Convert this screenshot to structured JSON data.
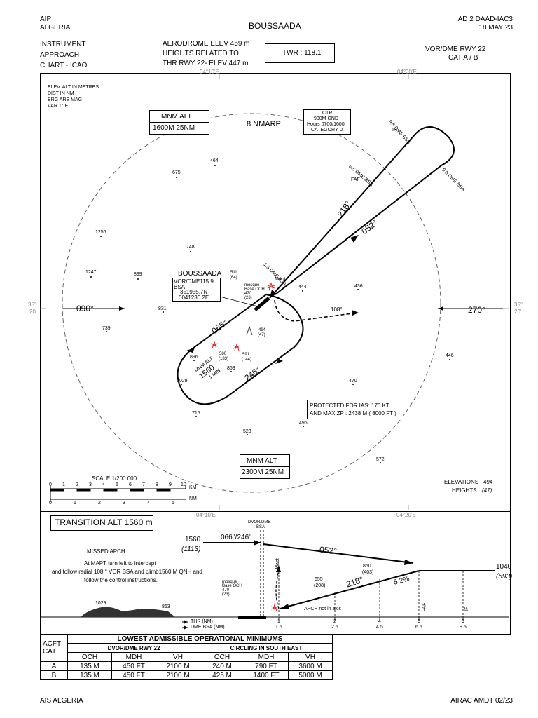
{
  "header": {
    "aip": "AIP",
    "country": "ALGERIA",
    "aerodrome": "BOUSSAADA",
    "doc_ref": "AD 2  DAAD-IAC3",
    "date": "18 MAY 23",
    "chart_type_1": "INSTRUMENT",
    "chart_type_2": "APPROACH",
    "chart_type_3": "CHART - ICAO",
    "elev_1": "AERODROME ELEV 459 m",
    "elev_2": "HEIGHTS  RELATED TO",
    "elev_3": "THR RWY 22- ELEV 447 m",
    "twr": "TWR : 118.1",
    "procedure_1": "VOR/DME RWY 22",
    "procedure_2": "CAT A / B"
  },
  "plan": {
    "lon_top_left": "04°10'E",
    "lon_top_right": "04°20'E",
    "lon_bottom_left": "04°10'E",
    "lon_bottom_right": "04°20'E",
    "lat_left": "35°",
    "lat_left_2": "20'",
    "lat_right": "35°",
    "lat_right_2": "20'",
    "notes": [
      "ELEV. ALT IN METRES",
      "DIST IN NM",
      "BRG ARE MAG",
      "VAR 1° E"
    ],
    "mnm_alt_nw_title": "MNM ALT",
    "mnm_alt_nw_value": "1600M    25NM",
    "mnm_alt_s_title": "MNM ALT",
    "mnm_alt_s_value": "2300M    25NM",
    "arp_circle": "8 NMARP",
    "ctr": [
      "CTR",
      "900M GND",
      "Hours 0700/1600",
      "CATEGORY D"
    ],
    "facility_name": "BOUSSAADA",
    "facility_freq": "VOR/DME115.9",
    "facility_ident": "BSA",
    "facility_lat": "351955.7N",
    "facility_lon": "0041230.2E",
    "fix_if": "9.5 DME BSA",
    "fix_if_label": "IF",
    "fix_faf": "6.5 DME BSA",
    "fix_faf_label": "FAF",
    "fix_top": "9.5 DME BSA",
    "fix_mapt": "1.5 DME BSA",
    "fix_mapt_label": "Mapt",
    "track_218": "218°",
    "track_052": "052°",
    "track_066": "066°",
    "track_246": "246°",
    "radial_108": "108°",
    "bearing_090": "090°",
    "bearing_270": "270°",
    "holding_alt_1": "MNM ALT",
    "holding_alt_2": "1560",
    "holding_alt_3": "1 MIN",
    "protected_1": "PROTECTED FOR IAS: 170  KT",
    "protected_2": "AND MAX ZP :  2438 M  ( 8000 FT )",
    "mosque_1": "mosque",
    "mosque_2": "Base OCH",
    "mosque_3": "470",
    "mosque_4": "(23)",
    "spots": {
      "s464": "464",
      "s675": "675",
      "s1256": "1256",
      "s748": "748",
      "s1247": "1247",
      "s899": "899",
      "s831": "831",
      "s739": "739",
      "s444": "444",
      "s436": "436",
      "s494": "494",
      "s494b": "(47)",
      "s446": "446",
      "s896": "896",
      "s863": "863",
      "s1029": "1029",
      "s470": "470",
      "s715": "715",
      "s523": "523",
      "s496": "496",
      "s572": "572",
      "s511": "511",
      "s511b": "(64)",
      "s580": "580",
      "s580b": "(133)",
      "s591": "591",
      "s591b": "(144)"
    },
    "scale_label": "SCALE  1/200 000",
    "scale_ticks": [
      "0",
      "1",
      "2",
      "3",
      "4",
      "5",
      "6",
      "7",
      "8",
      "9",
      "10"
    ],
    "scale_nm": [
      "0",
      "1",
      "2",
      "3",
      "4",
      "5"
    ],
    "scale_km_unit": "KM",
    "scale_nm_unit": "NM",
    "elevations_label": "ELEVATIONS",
    "elevations_value": "494",
    "heights_label": "HEIGHTS",
    "heights_value": "(47)"
  },
  "profile": {
    "transition_alt": "TRANSITION ALT 1560 m",
    "missed_title": "MISSED APCH",
    "missed_1": "At MAPT turn left to intercept",
    "missed_2": "and follow radial 108 ° VOR BSA and climb1560 M QNH and",
    "missed_3": "follow the control instructions.",
    "vor_label_1": "DVOR/DME",
    "vor_label_2": "BSA",
    "alt_1560": "1560",
    "alt_1113": "(1113)",
    "track_label": "066°/246°",
    "track_052": "052°",
    "track_218": "218°",
    "alt_1040": "1040",
    "alt_593": "(593)",
    "alt_850": "850",
    "alt_403": "(403)",
    "alt_655": "655",
    "alt_208": "(208)",
    "gradient": "5.2%",
    "mapt_label": "Mapt",
    "faf_label": "FAF",
    "if_label": "IF",
    "apch_not_axis": "APCH not in axis",
    "terrain_1029": "1029",
    "terrain_863": "863",
    "mosque_1": "mosque",
    "mosque_2": "Base OCH",
    "mosque_3": "470",
    "mosque_4": "(23)",
    "thr_label": "THR (NM)",
    "dme_label": "DME BSA (NM)",
    "thr_ticks": [
      "1",
      "2",
      "4",
      "6",
      "9"
    ],
    "dme_ticks": [
      "1.5",
      "2.5",
      "4.5",
      "6.5",
      "9.5"
    ]
  },
  "minima": {
    "title": "LOWEST ADMISSIBLE OPERATIONAL  MINIMUMS",
    "acft_cat_1": "ACFT",
    "acft_cat_2": "CAT",
    "group_1": "DVOR/DME RWY 22",
    "group_2": "CIRCLING IN SOUTH EAST",
    "cols": [
      "OCH",
      "MDH",
      "VH",
      "OCH",
      "MDH",
      "VH"
    ],
    "rows": [
      {
        "cat": "A",
        "och1": "135 M",
        "mdh1": "450   FT",
        "vh1": "2100 M",
        "och2": "240 M",
        "mdh2": "790   FT",
        "vh2": "3600 M"
      },
      {
        "cat": "B",
        "och1": "135 M",
        "mdh1": "450   FT",
        "vh1": "2100 M",
        "och2": "425 M",
        "mdh2": "1400  FT",
        "vh2": "5000 M"
      }
    ]
  },
  "footer": {
    "left": "AIS ALGERIA",
    "right": "AIRAC AMDT 02/23"
  },
  "colors": {
    "obstacle": "#e02020",
    "line": "#000000"
  }
}
